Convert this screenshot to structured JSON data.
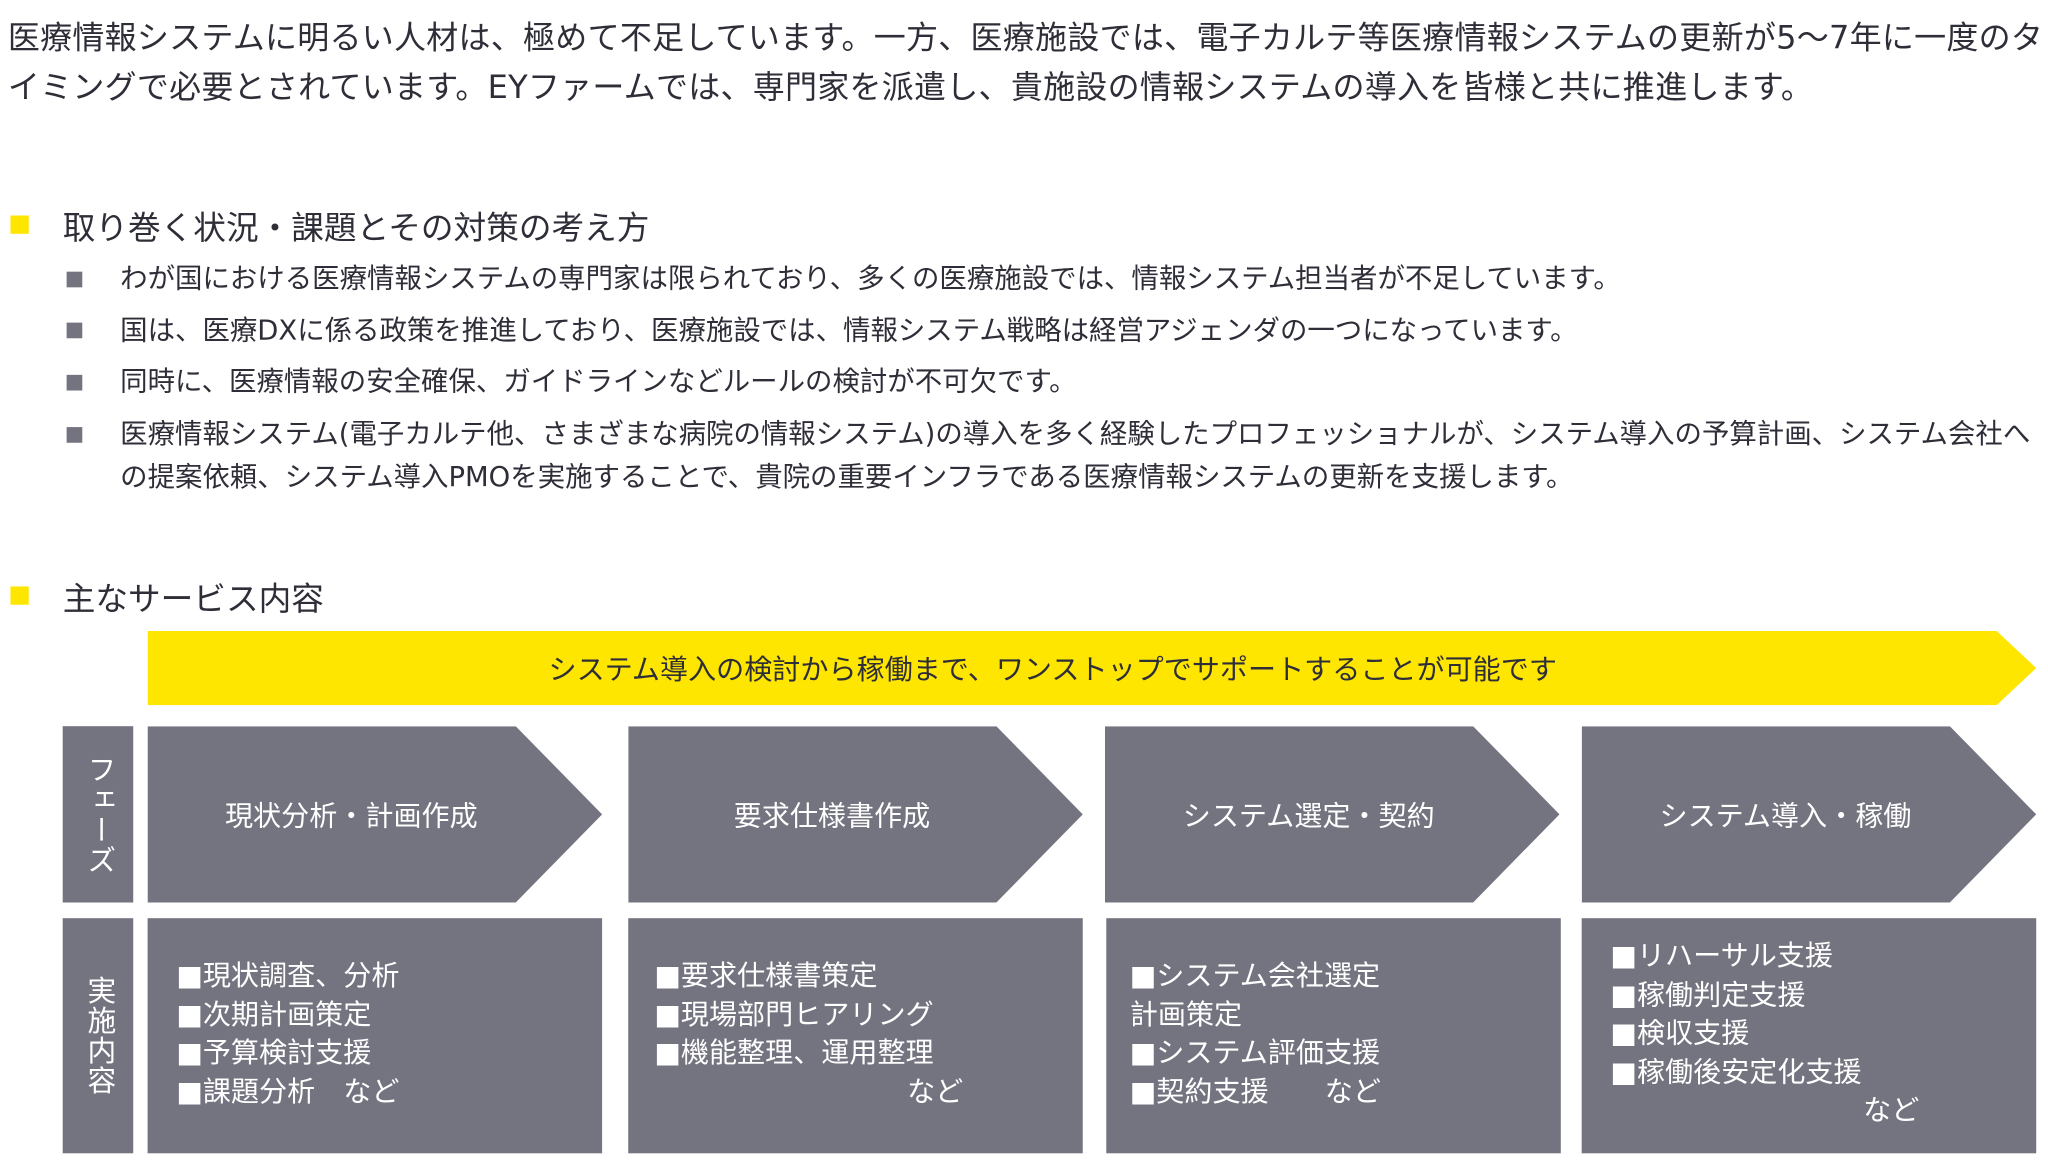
{
  "intro": "医療情報システムに明るい人材は、極めて不足しています。一方、医療施設では、電子カルテ等医療情報システムの更新が5～7年に一度のタイミングで必要とされています。EYファームでは、専門家を派遣し、貴施設の情報システムの導入を皆様と共に推進します。",
  "section1": {
    "title": "取り巻く状況・課題とその対策の考え方",
    "bullets": [
      "わが国における医療情報システムの専門家は限られており、多くの医療施設では、情報システム担当者が不足しています。",
      "国は、医療DXに係る政策を推進しており、医療施設では、情報システム戦略は経営アジェンダの一つになっています。",
      "同時に、医療情報の安全確保、ガイドラインなどルールの検討が不可欠です。",
      "医療情報システム(電子カルテ他、さまざまな病院の情報システム)の導入を多く経験したプロフェッショナルが、システム導入の予算計画、システム会社への提案依頼、システム導入PMOを実施することで、貴院の重要インフラである医療情報システムの更新を支援します。"
    ]
  },
  "section2": {
    "title": "主なサービス内容",
    "banner": "システム導入の検討から稼働まで、ワンストップでサポートすることが可能です",
    "phase_label": "フェーズ",
    "content_label": "実施内容",
    "phases": [
      "現状分析・計画作成",
      "要求仕様書作成",
      "システム選定・契約",
      "システム導入・稼働"
    ],
    "contents": [
      [
        "■現状調査、分析",
        "■次期計画策定",
        "■予算検討支援",
        "■課題分析　など"
      ],
      [
        "■要求仕様書策定",
        "■現場部門ヒアリング",
        "■機能整理、運用整理",
        "　　　　　　　　　など"
      ],
      [
        "■システム会社選定",
        "計画策定",
        "■システム評価支援",
        "■契約支援　　など"
      ],
      [
        "■リハーサル支援",
        "■稼働判定支援",
        "■検収支援",
        "■稼働後安定化支援",
        "　　　　　　　　　など"
      ]
    ]
  },
  "colors": {
    "accent": "#ffe600",
    "panel": "#747480"
  }
}
